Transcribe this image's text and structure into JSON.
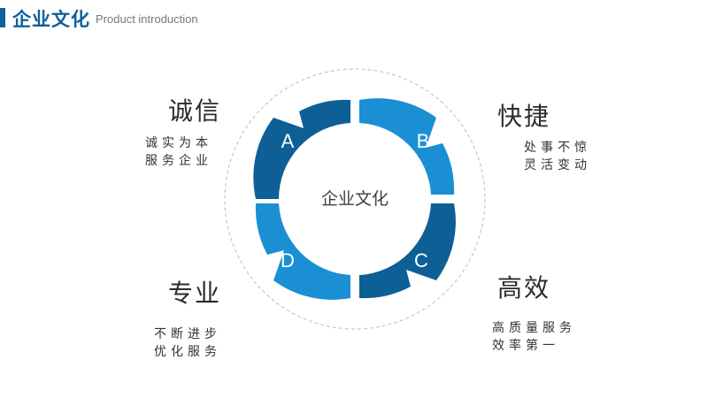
{
  "header": {
    "title": "企业文化",
    "subtitle": "Product introduction"
  },
  "diagram": {
    "center_label": "企业文化",
    "colors": {
      "dark_blue": "#0d5f96",
      "light_blue": "#1a8fd4",
      "accent": "#0e5f9b"
    },
    "segments": [
      {
        "letter": "A",
        "heading": "诚信",
        "lines": [
          "诚实为本",
          "服务企业"
        ]
      },
      {
        "letter": "B",
        "heading": "快捷",
        "lines": [
          "处事不惊",
          "灵活变动"
        ]
      },
      {
        "letter": "C",
        "heading": "高效",
        "lines": [
          "高质量服务",
          "效率第一"
        ]
      },
      {
        "letter": "D",
        "heading": "专业",
        "lines": [
          "不断进步",
          "优化服务"
        ]
      }
    ]
  }
}
